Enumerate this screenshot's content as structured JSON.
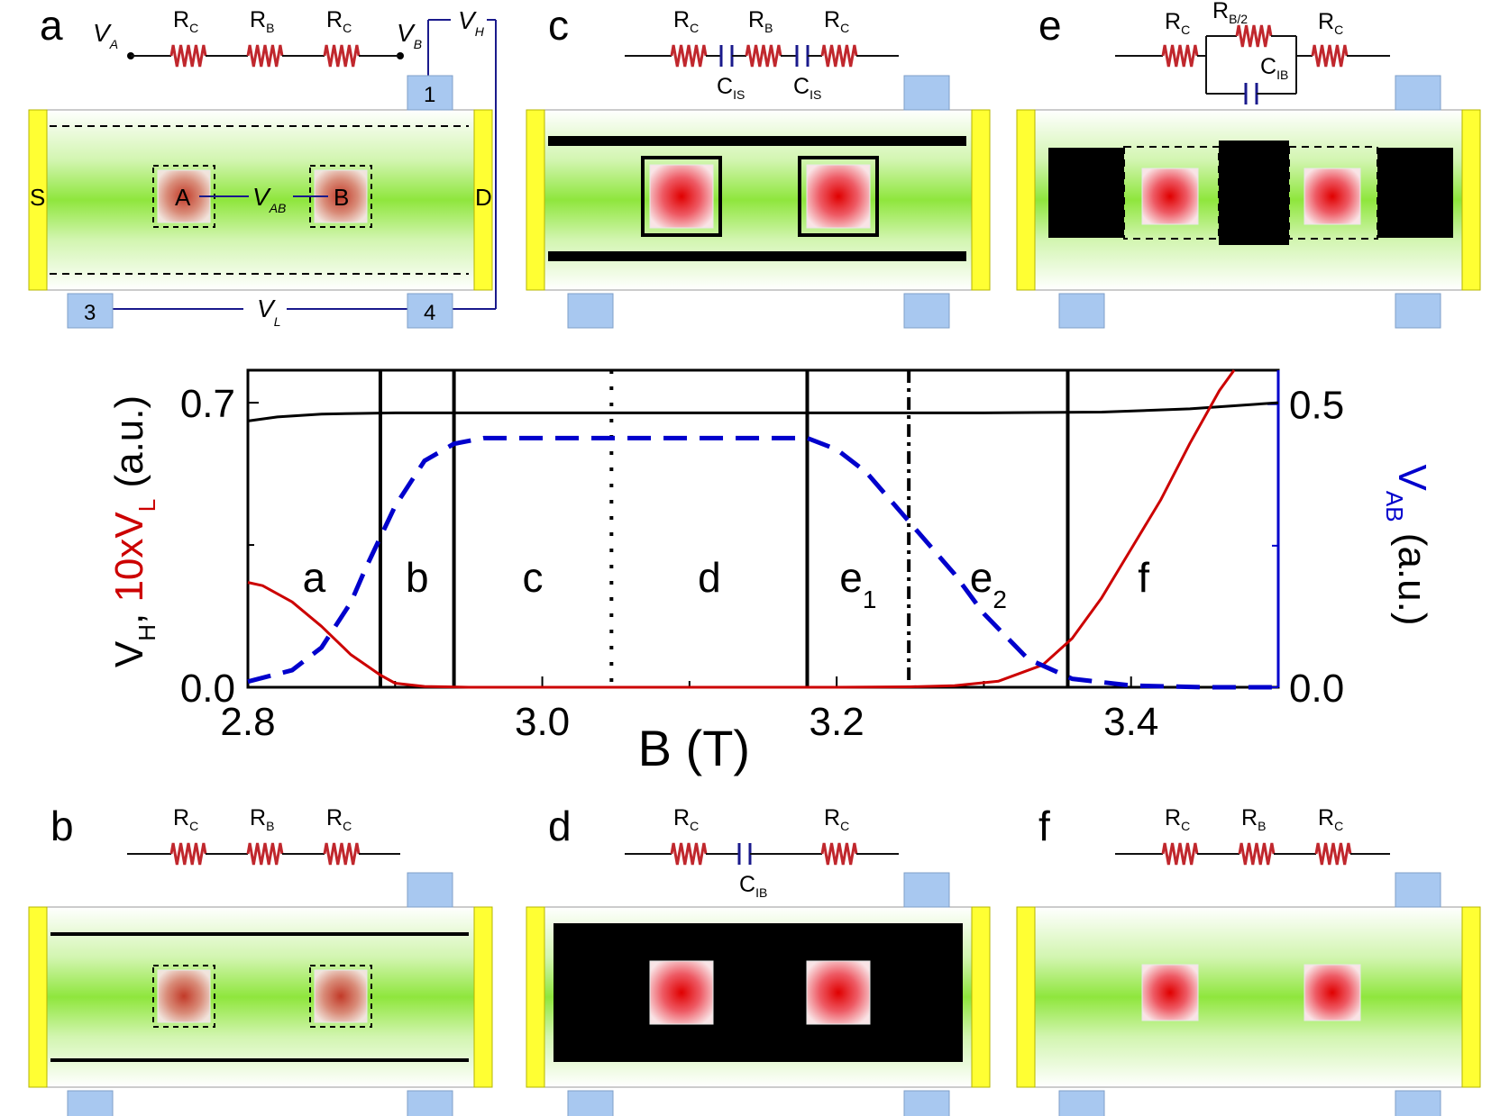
{
  "panels": {
    "a": {
      "label": "a",
      "circuit": [
        [
          "R",
          "C"
        ],
        [
          "R",
          "B"
        ],
        [
          "R",
          "C"
        ]
      ],
      "ohmic": [
        "1",
        "3",
        "4"
      ],
      "source": "S",
      "drain": "D",
      "dot_a": "A",
      "dot_b": "B",
      "v_a": "V",
      "v_a_sub": "A",
      "v_b": "V",
      "v_b_sub": "B",
      "v_h": "V",
      "v_h_sub": "H",
      "v_l": "V",
      "v_l_sub": "L",
      "v_ab": "V",
      "v_ab_sub": "AB"
    },
    "b": {
      "label": "b",
      "circuit": [
        [
          "R",
          "C"
        ],
        [
          "R",
          "B"
        ],
        [
          "R",
          "C"
        ]
      ]
    },
    "c": {
      "label": "c",
      "circuit": [
        [
          "R",
          "C"
        ],
        [
          "R",
          "B"
        ],
        [
          "R",
          "C"
        ]
      ],
      "caps": [
        [
          "C",
          "IS"
        ],
        [
          "C",
          "IS"
        ]
      ]
    },
    "d": {
      "label": "d",
      "circuit": [
        [
          "R",
          "C"
        ],
        [
          "R",
          "C"
        ]
      ],
      "caps": [
        [
          "C",
          "IB"
        ]
      ]
    },
    "e": {
      "label": "e",
      "circuit": [
        [
          "R",
          "C"
        ],
        [
          "R",
          "B",
          "/2"
        ],
        [
          "R",
          "C"
        ]
      ],
      "caps": [
        [
          "C",
          "IB"
        ]
      ]
    },
    "f": {
      "label": "f",
      "circuit": [
        [
          "R",
          "C"
        ],
        [
          "R",
          "B"
        ],
        [
          "R",
          "C"
        ]
      ]
    }
  },
  "chart_data": {
    "type": "line",
    "xlabel": "B (T)",
    "xlim": [
      2.8,
      3.5
    ],
    "xticks": [
      2.8,
      3.0,
      3.2,
      3.4
    ],
    "ylabel_left": {
      "part1": "V",
      "sub1": "H",
      "sep": ", ",
      "part2": "10xV",
      "sub2": "L",
      "part3": " (a.u.)"
    },
    "ylim_left": [
      0.0,
      0.78
    ],
    "yticks_left": [
      0.0,
      0.7
    ],
    "ylabel_right": {
      "part1": "V",
      "sub1": "AB",
      "part3": " (a.u.)"
    },
    "ylim_right": [
      0.0,
      0.56
    ],
    "yticks_right": [
      0.0,
      0.5
    ],
    "series": [
      {
        "color": "#000000",
        "axis": "left",
        "style": "solid",
        "x": [
          2.8,
          2.82,
          2.85,
          2.9,
          3.0,
          3.2,
          3.3,
          3.38,
          3.44,
          3.5
        ],
        "y": [
          0.655,
          0.665,
          0.672,
          0.675,
          0.675,
          0.675,
          0.675,
          0.677,
          0.685,
          0.7
        ]
      },
      {
        "color": "#cc0000",
        "axis": "left",
        "style": "solid",
        "x": [
          2.8,
          2.81,
          2.83,
          2.85,
          2.87,
          2.89,
          2.9,
          2.92,
          2.95,
          3.0,
          3.1,
          3.2,
          3.25,
          3.28,
          3.31,
          3.34,
          3.36,
          3.38,
          3.4,
          3.42,
          3.44,
          3.46,
          3.47
        ],
        "y": [
          0.258,
          0.25,
          0.21,
          0.15,
          0.08,
          0.03,
          0.01,
          0.002,
          0.0,
          0.0,
          0.0,
          0.0,
          0.001,
          0.004,
          0.015,
          0.055,
          0.12,
          0.22,
          0.34,
          0.46,
          0.6,
          0.73,
          0.78
        ]
      },
      {
        "color": "#0000cc",
        "axis": "right",
        "style": "dashed",
        "x": [
          2.8,
          2.83,
          2.85,
          2.87,
          2.88,
          2.9,
          2.92,
          2.94,
          2.96,
          3.0,
          3.1,
          3.18,
          3.2,
          3.22,
          3.25,
          3.28,
          3.3,
          3.33,
          3.36,
          3.4,
          3.45,
          3.5
        ],
        "y": [
          0.01,
          0.03,
          0.07,
          0.15,
          0.21,
          0.32,
          0.4,
          0.43,
          0.44,
          0.44,
          0.44,
          0.44,
          0.42,
          0.38,
          0.29,
          0.2,
          0.13,
          0.05,
          0.015,
          0.003,
          0.0,
          0.0
        ]
      }
    ],
    "boundaries": [
      {
        "x": 2.89,
        "style": "solid"
      },
      {
        "x": 2.94,
        "style": "solid"
      },
      {
        "x": 3.047,
        "style": "dotted"
      },
      {
        "x": 3.18,
        "style": "solid"
      },
      {
        "x": 3.249,
        "style": "dashdot"
      },
      {
        "x": 3.357,
        "style": "solid"
      }
    ],
    "regions": [
      {
        "label": "a",
        "sub": ""
      },
      {
        "label": "b",
        "sub": ""
      },
      {
        "label": "c",
        "sub": ""
      },
      {
        "label": "d",
        "sub": ""
      },
      {
        "label": "e",
        "sub": "1"
      },
      {
        "label": "e",
        "sub": "2"
      },
      {
        "label": "f",
        "sub": ""
      }
    ]
  }
}
